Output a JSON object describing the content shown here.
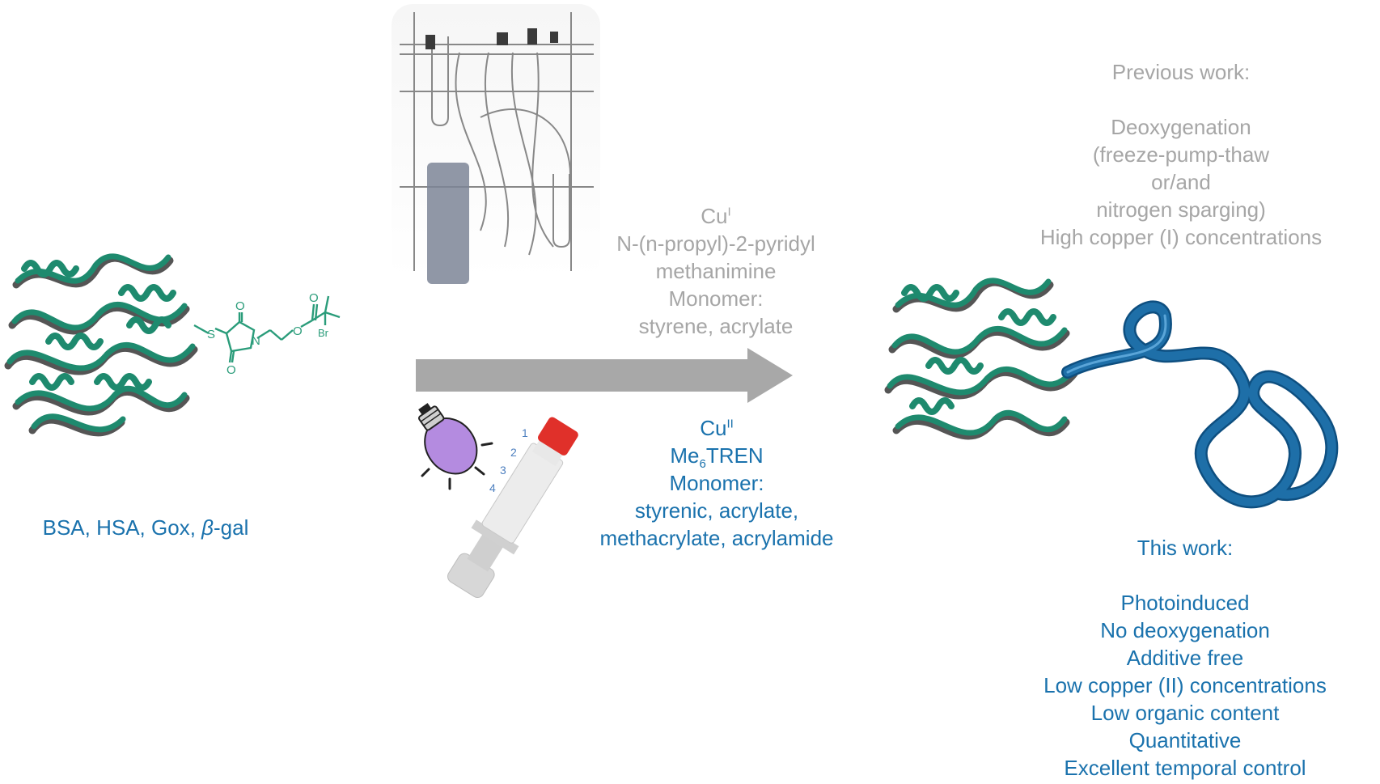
{
  "starting_material": {
    "label_text": "BSA, HSA, Gox, ",
    "label_italic": "β",
    "label_suffix": "-gal",
    "initiator_atoms": {
      "S": "S",
      "N": "N",
      "O1": "O",
      "O2": "O",
      "O3": "O",
      "O4": "O",
      "Br": "Br"
    }
  },
  "previous_route": {
    "cu_base": "Cu",
    "cu_sup": "I",
    "lines": [
      "N-(n-propyl)-2-pyridyl",
      "methanimine",
      "Monomer:",
      "styrene, acrylate"
    ]
  },
  "this_route": {
    "cu_base": "Cu",
    "cu_sup": "II",
    "ligand_prefix": "Me",
    "ligand_sub": "6",
    "ligand_suffix": "TREN",
    "lines": [
      "Monomer:",
      "styrenic, acrylate,",
      "methacrylate, acrylamide"
    ]
  },
  "previous_work": {
    "heading": "Previous work:",
    "lines": [
      "Deoxygenation",
      "(freeze-pump-thaw",
      "or/and",
      "nitrogen sparging)",
      "High copper (I) concentrations"
    ]
  },
  "this_work": {
    "heading": "This work:",
    "lines": [
      "Photoinduced",
      "No deoxygenation",
      "Additive free",
      "Low copper (II) concentrations",
      "Low organic content",
      "Quantitative",
      "Excellent temporal control"
    ]
  },
  "syringe_ticks": [
    "1",
    "2",
    "3",
    "4"
  ],
  "colors": {
    "protein": "#1e8a6e",
    "protein_shadow": "#555555",
    "initiator": "#2a9c7a",
    "polymer": "#1e6fa8",
    "arrow": "#a8a8a8",
    "bulb": "#b48be0",
    "cap": "#e0302a",
    "gray_text": "#a6a6a6",
    "blue_text": "#1a72ad"
  }
}
